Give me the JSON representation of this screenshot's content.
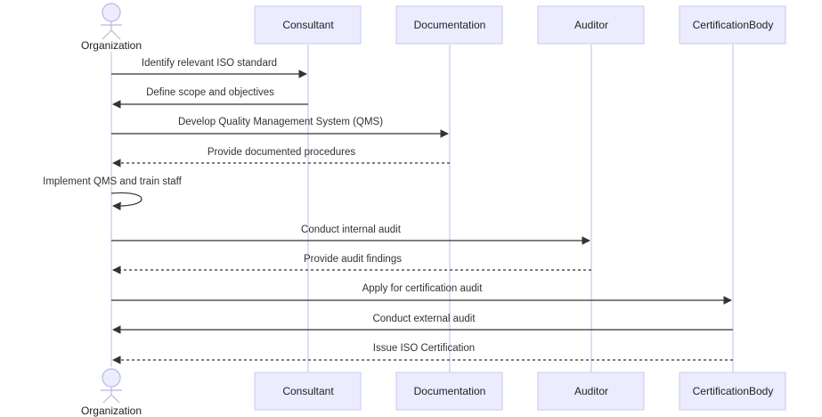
{
  "diagram": {
    "type": "sequence",
    "colors": {
      "participant_fill": "#ececff",
      "participant_border": "#c9c9f0",
      "lifeline": "#c9c9f0",
      "arrow": "#333333",
      "text": "#222222"
    },
    "actor": {
      "label": "Organization"
    },
    "participants": [
      {
        "id": "consultant",
        "label": "Consultant"
      },
      {
        "id": "documentation",
        "label": "Documentation"
      },
      {
        "id": "auditor",
        "label": "Auditor"
      },
      {
        "id": "certificationbody",
        "label": "CertificationBody"
      }
    ],
    "messages": [
      {
        "from": "organization",
        "to": "consultant",
        "text": "Identify relevant ISO standard",
        "style": "solid"
      },
      {
        "from": "consultant",
        "to": "organization",
        "text": "Define scope and objectives",
        "style": "solid"
      },
      {
        "from": "organization",
        "to": "documentation",
        "text": "Develop Quality Management System (QMS)",
        "style": "solid"
      },
      {
        "from": "documentation",
        "to": "organization",
        "text": "Provide documented procedures",
        "style": "dashed"
      },
      {
        "from": "organization",
        "to": "organization",
        "text": "Implement QMS and train staff",
        "style": "solid"
      },
      {
        "from": "organization",
        "to": "auditor",
        "text": "Conduct internal audit",
        "style": "solid"
      },
      {
        "from": "auditor",
        "to": "organization",
        "text": "Provide audit findings",
        "style": "dashed"
      },
      {
        "from": "organization",
        "to": "certificationbody",
        "text": "Apply for certification audit",
        "style": "solid"
      },
      {
        "from": "certificationbody",
        "to": "organization",
        "text": "Conduct external audit",
        "style": "solid"
      },
      {
        "from": "certificationbody",
        "to": "organization",
        "text": "Issue ISO Certification",
        "style": "dashed"
      }
    ]
  }
}
